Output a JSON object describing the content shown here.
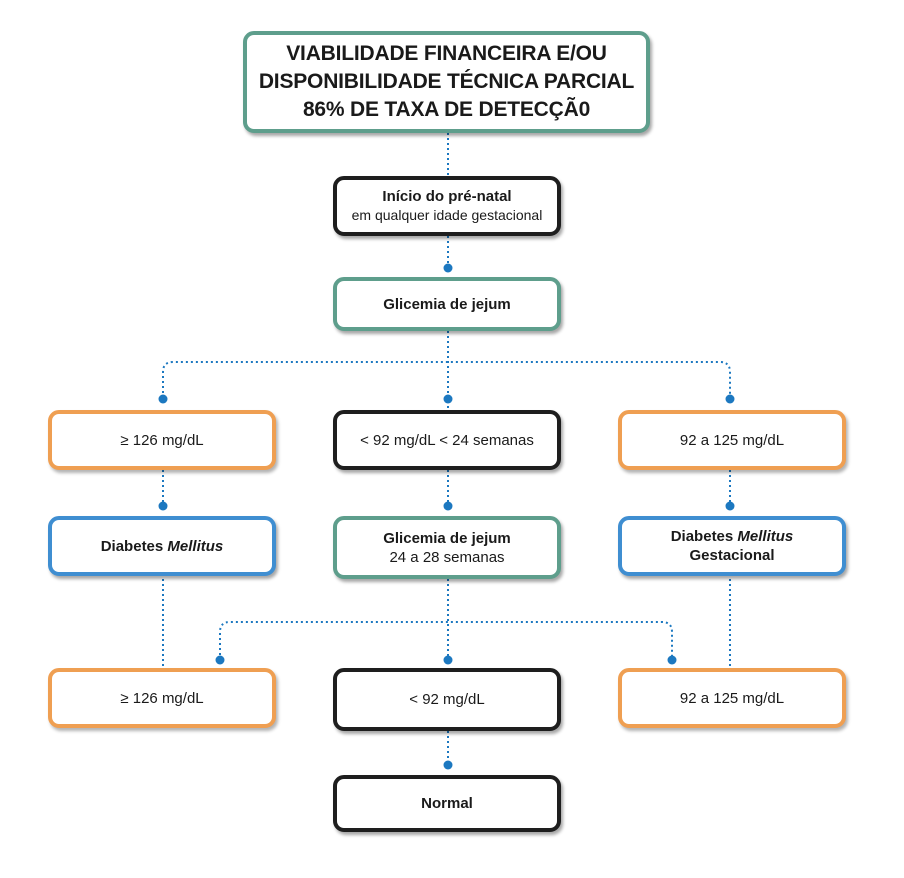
{
  "title": {
    "line1": "VIABILIDADE FINANCEIRA E/OU",
    "line2": "DISPONIBILIDADE TÉCNICA PARCIAL",
    "line3": "86% DE TAXA DE DETECÇÃ0"
  },
  "start": {
    "title": "Início do pré-natal",
    "subtitle": "em qualquer idade gestacional"
  },
  "fasting_glucose_1": {
    "label": "Glicemia de jejum"
  },
  "row1": {
    "left": "≥ 126 mg/dL",
    "center": "< 92 mg/dL < 24 semanas",
    "right": "92 a 125 mg/dL"
  },
  "row2": {
    "left_prefix": "Diabetes ",
    "left_italic": "Mellitus",
    "center_title": "Glicemia de jejum",
    "center_subtitle": "24 a 28 semanas",
    "right_prefix": "Diabetes ",
    "right_italic": "Mellitus",
    "right_line2": "Gestacional"
  },
  "row3": {
    "left": "≥ 126 mg/dL",
    "center": "< 92 mg/dL",
    "right": "92 a 125 mg/dL"
  },
  "result": {
    "label": "Normal"
  },
  "colors": {
    "connector": "#1c78c0",
    "green_border": "#5e9e8c",
    "black_border": "#1e1e1e",
    "orange_border": "#ef9f52",
    "blue_border": "#3f8ed1"
  }
}
